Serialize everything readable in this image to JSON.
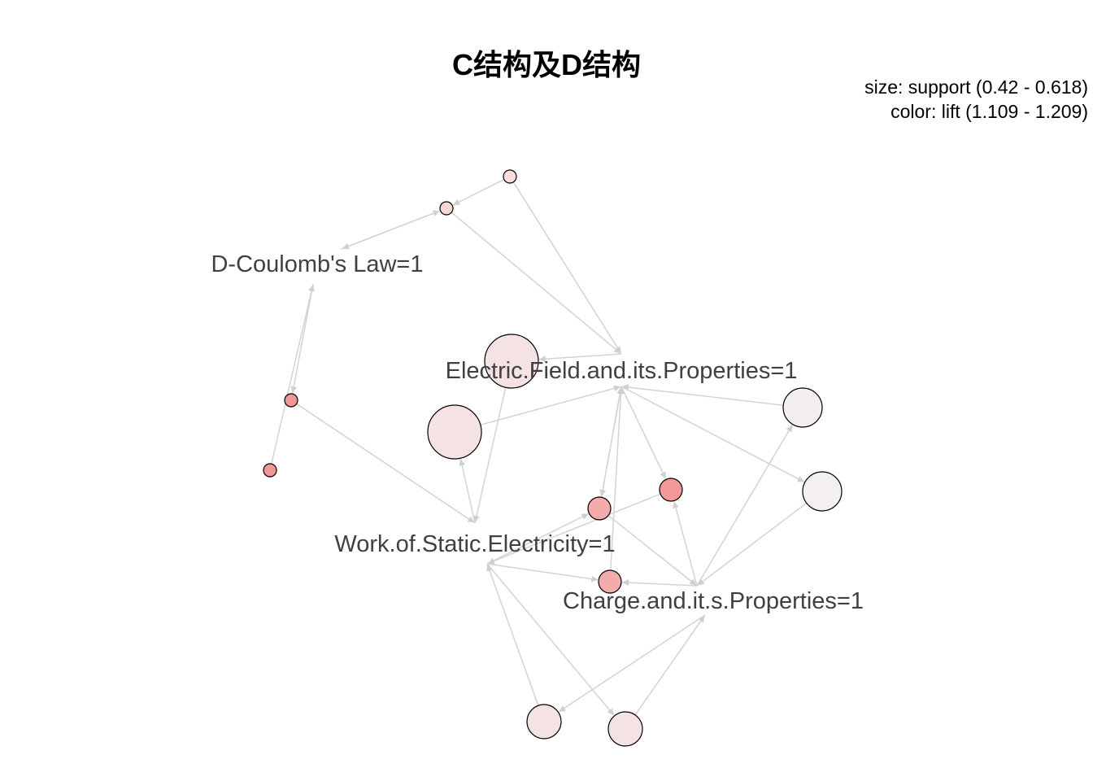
{
  "title": "C结构及D结构",
  "legend": {
    "size_line": "size: support (0.42 - 0.618)",
    "color_line": "color: lift (1.109 - 1.209)"
  },
  "items": [
    {
      "id": "coulomb",
      "label": "D-Coulomb's Law=1"
    },
    {
      "id": "efield",
      "label": "Electric.Field.and.its.Properties=1"
    },
    {
      "id": "work",
      "label": "Work.of.Static.Electricity=1"
    },
    {
      "id": "charge",
      "label": "Charge.and.it.s.Properties=1"
    }
  ],
  "rules": [
    {
      "id": "r1",
      "color": "#f8d8d8"
    },
    {
      "id": "r2",
      "color": "#f6d4d4"
    },
    {
      "id": "r3",
      "color": "#f0898b"
    },
    {
      "id": "r4",
      "color": "#f0898b"
    },
    {
      "id": "r5",
      "color": "#f4e0e0"
    },
    {
      "id": "r6",
      "color": "#f4e0e0"
    },
    {
      "id": "r7",
      "color": "#f4ecec"
    },
    {
      "id": "r8",
      "color": "#f4eeee"
    },
    {
      "id": "r9",
      "color": "#f2a3a3"
    },
    {
      "id": "r10",
      "color": "#f08d8d"
    },
    {
      "id": "r11",
      "color": "#f2a3a3"
    },
    {
      "id": "r12",
      "color": "#f4e0e0"
    },
    {
      "id": "r13",
      "color": "#f4e0e0"
    }
  ],
  "edges": [
    [
      "r1",
      "efield"
    ],
    [
      "r1",
      "r2"
    ],
    [
      "coulomb",
      "r2"
    ],
    [
      "r2",
      "coulomb"
    ],
    [
      "r2",
      "efield"
    ],
    [
      "coulomb",
      "r3"
    ],
    [
      "r3",
      "work"
    ],
    [
      "r4",
      "coulomb"
    ],
    [
      "efield",
      "r5"
    ],
    [
      "work",
      "r6"
    ],
    [
      "r5",
      "work"
    ],
    [
      "r6",
      "efield"
    ],
    [
      "efield",
      "r8"
    ],
    [
      "r7",
      "efield"
    ],
    [
      "charge",
      "r7"
    ],
    [
      "r8",
      "charge"
    ],
    [
      "efield",
      "r9"
    ],
    [
      "work",
      "r9"
    ],
    [
      "r9",
      "charge"
    ],
    [
      "r9",
      "efield"
    ],
    [
      "efield",
      "r10"
    ],
    [
      "charge",
      "r10"
    ],
    [
      "r10",
      "work"
    ],
    [
      "work",
      "r11"
    ],
    [
      "charge",
      "r11"
    ],
    [
      "r11",
      "efield"
    ],
    [
      "work",
      "r13"
    ],
    [
      "r12",
      "work"
    ],
    [
      "r13",
      "charge"
    ],
    [
      "charge",
      "r12"
    ]
  ]
}
